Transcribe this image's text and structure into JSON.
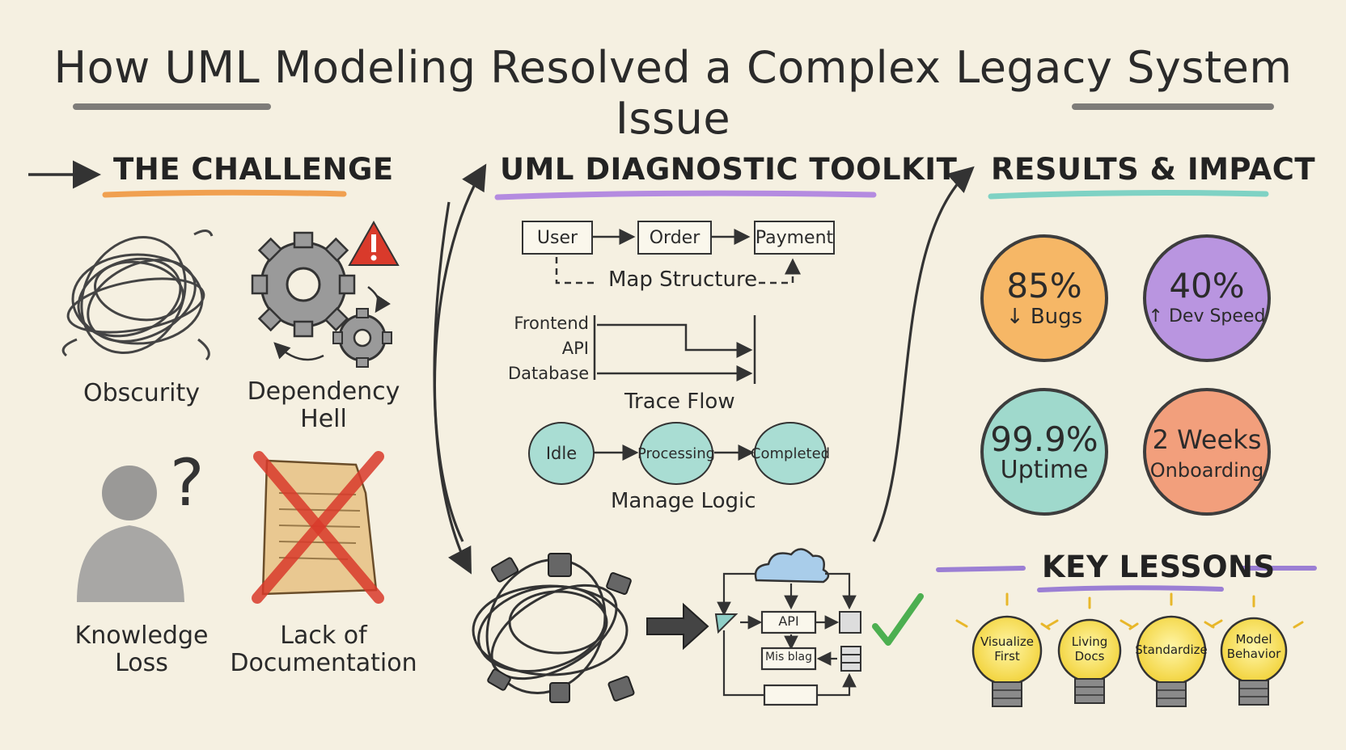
{
  "title": "How UML Modeling Resolved a Complex Legacy System Issue",
  "sections": {
    "challenge": "THE CHALLENGE",
    "toolkit": "UML DIAGNOSTIC TOOLKIT",
    "results": "RESULTS & IMPACT",
    "lessons": "KEY LESSONS"
  },
  "challenges": [
    {
      "line1": "Obscurity",
      "line2": ""
    },
    {
      "line1": "Dependency",
      "line2": "Hell"
    },
    {
      "line1": "Knowledge",
      "line2": "Loss"
    },
    {
      "line1": "Lack of",
      "line2": "Documentation"
    }
  ],
  "toolkit": {
    "structure_boxes": [
      "User",
      "Order",
      "Payment"
    ],
    "structure_caption": "Map Structure",
    "lanes": [
      "Frontend",
      "API",
      "Database"
    ],
    "flow_caption": "Trace Flow",
    "states": [
      "Idle",
      "Processing",
      "Completed"
    ],
    "logic_caption": "Manage Logic",
    "arch_api": "API",
    "arch_misc": "Mis blag"
  },
  "results": [
    {
      "big": "85%",
      "small": "↓ Bugs",
      "color": "#f6b766"
    },
    {
      "big": "40%",
      "small": "↑ Dev Speed",
      "color": "#b995e0"
    },
    {
      "big": "99.9%",
      "small": "Uptime",
      "color": "#9fd9cc"
    },
    {
      "big": "2 Weeks",
      "small": "Onboarding",
      "color": "#f29f7c"
    }
  ],
  "lessons": [
    {
      "line1": "Visualize",
      "line2": "First"
    },
    {
      "line1": "Living",
      "line2": "Docs"
    },
    {
      "line1": "Standardize",
      "line2": ""
    },
    {
      "line1": "Model",
      "line2": "Behavior"
    }
  ],
  "colors": {
    "challenge_accent": "#f0a050",
    "toolkit_accent": "#b48be0",
    "results_accent": "#7fd2c4",
    "lessons_accent": "#9b7fd4",
    "warning": "#d93a2b",
    "check": "#4caf50"
  },
  "icons": [
    "tangle-icon",
    "gears-icon",
    "warning-icon",
    "confused-person-icon",
    "crossed-document-icon",
    "lightbulb-icon",
    "checkmark-icon",
    "cloud-icon"
  ]
}
